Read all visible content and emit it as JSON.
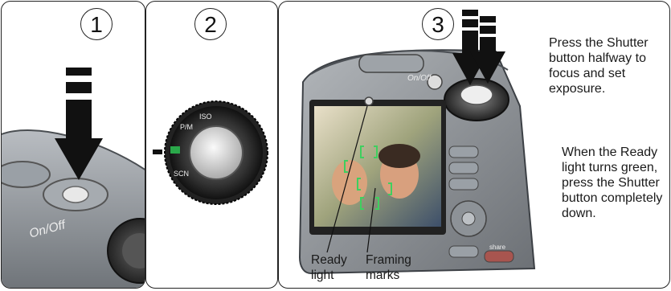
{
  "steps": [
    {
      "number": "1",
      "label": "On/Off"
    },
    {
      "number": "2",
      "dial_labels": [
        "P/M",
        "ISO",
        "SCN"
      ]
    },
    {
      "number": "3",
      "camera_labels": [
        "On/Off",
        "share"
      ]
    }
  ],
  "annotations": {
    "ready_light": "Ready\nlight",
    "framing_marks": "Framing\nmarks"
  },
  "instructions": [
    "Press the Shutter button halfway to focus and set exposure.",
    "When the Ready light turns green, press the Shutter button completely down."
  ],
  "colors": {
    "border": "#222222",
    "camera_body": "#8a8f95",
    "arrow": "#111111",
    "ready_light": "#00a651"
  }
}
